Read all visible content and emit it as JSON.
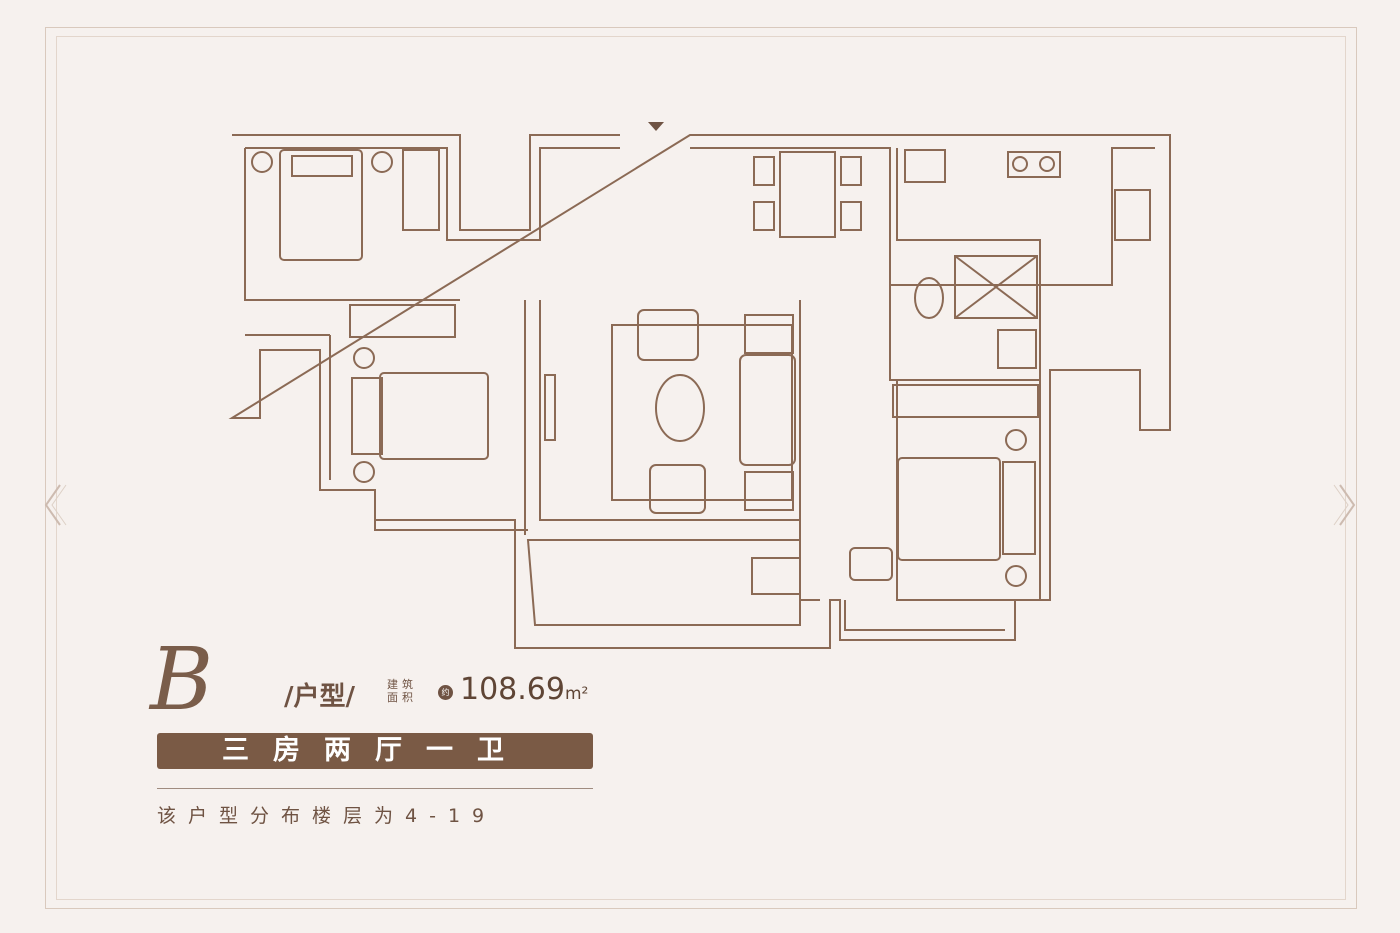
{
  "unit": {
    "letter": "B",
    "type_label": "/户型/",
    "area_label": "建筑面积",
    "approx_label": "约",
    "area_value": "108.69",
    "area_unit": "m²",
    "layout": "三房两厅一卫",
    "floors_text": "该户型分布楼层为4-19"
  },
  "colors": {
    "background": "#f6f1ee",
    "line": "#8b6a55",
    "banner": "#7a5a45"
  }
}
